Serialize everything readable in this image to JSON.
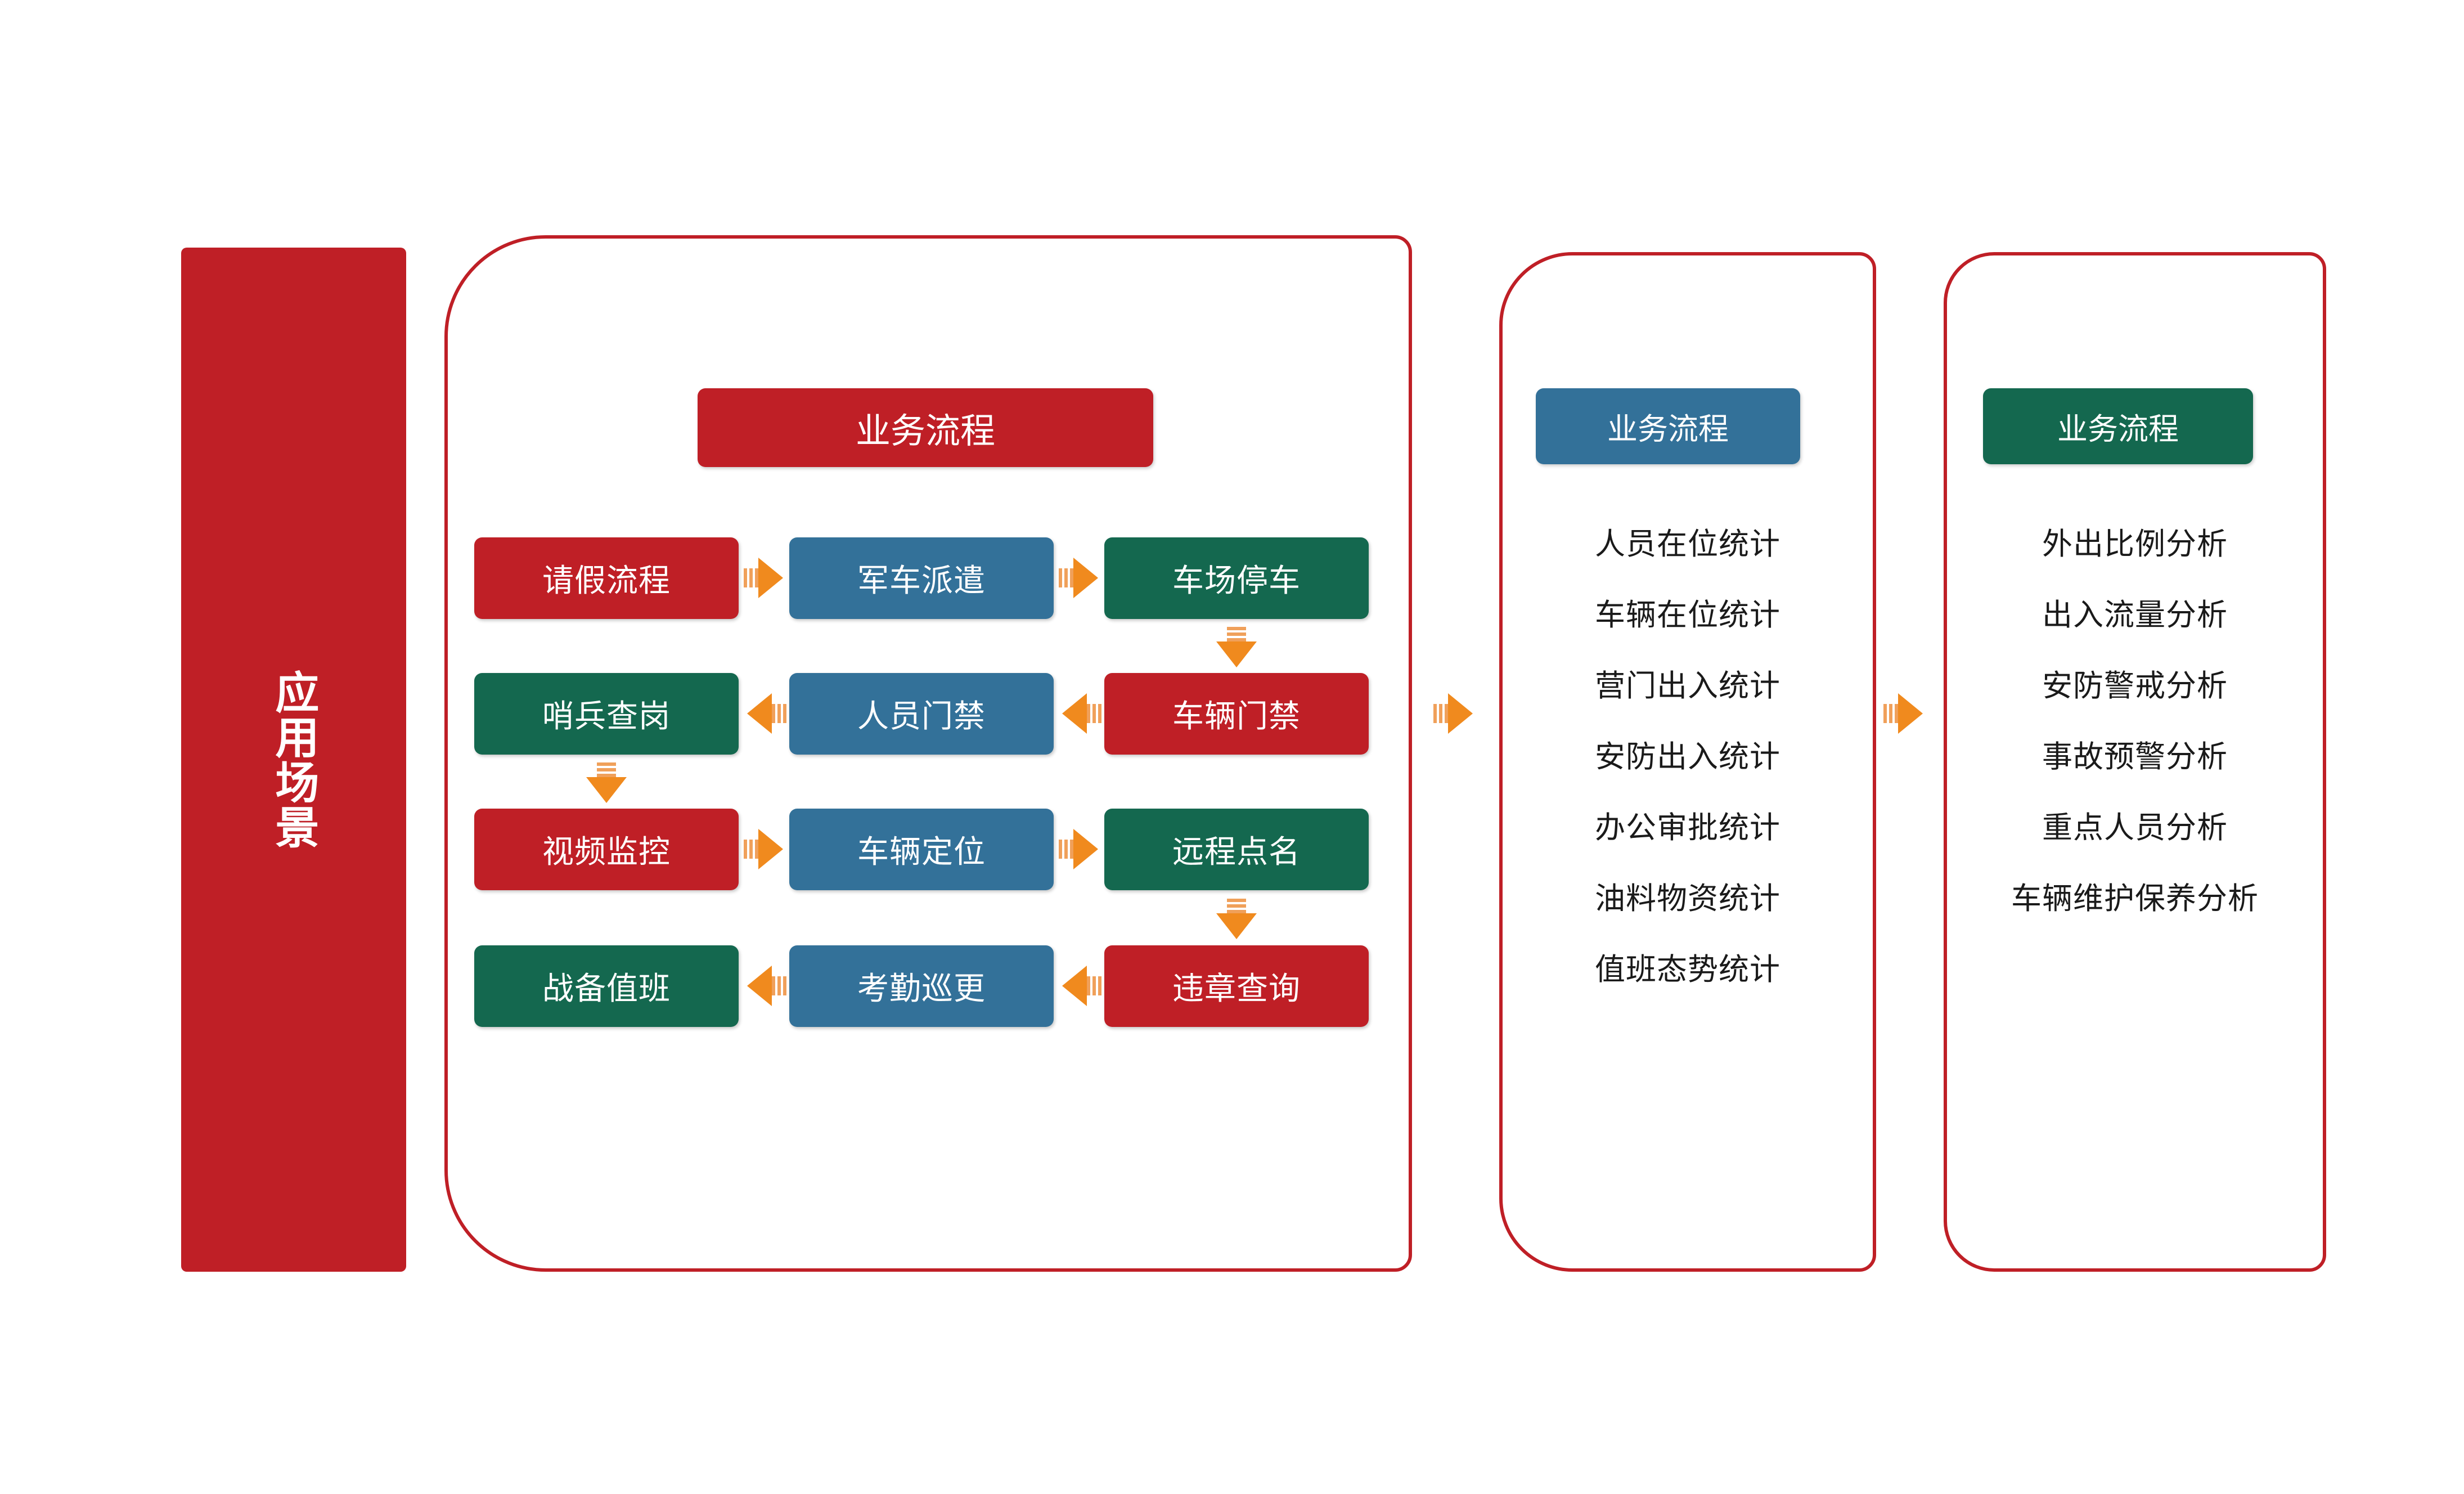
{
  "scene": {
    "label": "应用场景",
    "color": "#bf1f26"
  },
  "colors": {
    "red": "#bf1f26",
    "blue": "#337199",
    "green": "#14684f",
    "arrow": "#f08a1e",
    "panel_border": "#bf1f26",
    "text_dark": "#1a1a1a"
  },
  "panels": {
    "flow": {
      "title": "业务流程",
      "title_color": "#bf1f26",
      "rows": [
        {
          "direction": "right",
          "boxes": [
            {
              "label": "请假流程",
              "color": "red"
            },
            {
              "label": "军车派遣",
              "color": "blue"
            },
            {
              "label": "车场停车",
              "color": "green"
            }
          ]
        },
        {
          "direction": "left",
          "boxes": [
            {
              "label": "哨兵查岗",
              "color": "green"
            },
            {
              "label": "人员门禁",
              "color": "blue"
            },
            {
              "label": "车辆门禁",
              "color": "red"
            }
          ]
        },
        {
          "direction": "right",
          "boxes": [
            {
              "label": "视频监控",
              "color": "red"
            },
            {
              "label": "车辆定位",
              "color": "blue"
            },
            {
              "label": "远程点名",
              "color": "green"
            }
          ]
        },
        {
          "direction": "left",
          "boxes": [
            {
              "label": "战备值班",
              "color": "green"
            },
            {
              "label": "考勤巡更",
              "color": "blue"
            },
            {
              "label": "违章查询",
              "color": "red"
            }
          ]
        }
      ]
    },
    "statistics": {
      "title": "业务流程",
      "title_color": "#337199",
      "items": [
        "人员在位统计",
        "车辆在位统计",
        "营门出入统计",
        "安防出入统计",
        "办公审批统计",
        "油料物资统计",
        "值班态势统计"
      ]
    },
    "analysis": {
      "title": "业务流程",
      "title_color": "#14684f",
      "items": [
        "外出比例分析",
        "出入流量分析",
        "安防警戒分析",
        "事故预警分析",
        "重点人员分析",
        "车辆维护保养分析"
      ]
    }
  },
  "arrows": {
    "panel_1_to_2": "arrow-right",
    "panel_2_to_3": "arrow-right",
    "row1_to_row2": "arrow-down",
    "row2_to_row3": "arrow-down",
    "row3_to_row4": "arrow-down"
  }
}
